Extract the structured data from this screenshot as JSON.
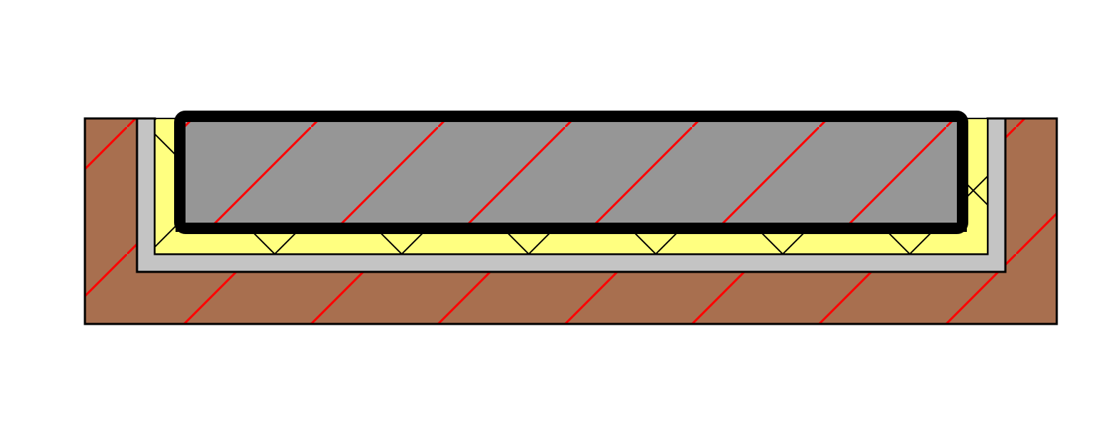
{
  "diagram": {
    "kind": "construction-cross-section",
    "layers": [
      {
        "id": "soil",
        "fill": "#a86f4f",
        "hatch": "diagonal",
        "hatch_color": "#ff0000"
      },
      {
        "id": "membrane",
        "fill": "#c4c4c4",
        "hatch": "none"
      },
      {
        "id": "insulation",
        "fill": "#ffff80",
        "hatch": "cross",
        "hatch_color": "#000000"
      },
      {
        "id": "slab",
        "fill": "#969696",
        "hatch": "diagonal",
        "hatch_color": "#ff0000",
        "outline": "#000000"
      }
    ],
    "outline_color": "#000000",
    "background": "#ffffff"
  }
}
